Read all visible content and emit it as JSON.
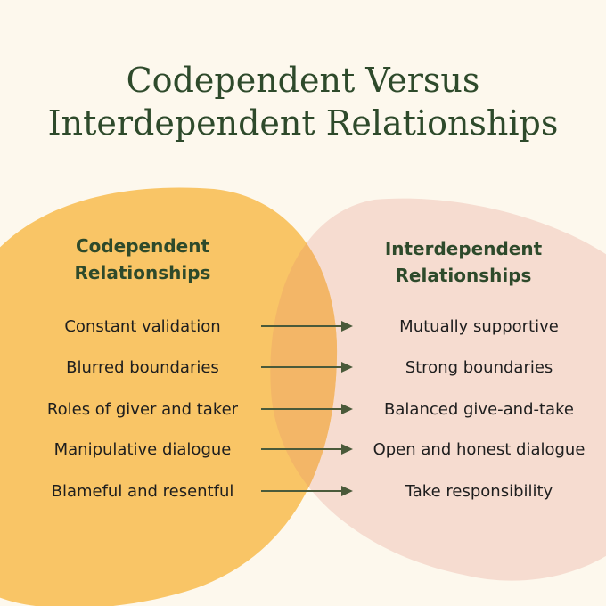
{
  "title": {
    "line1": "Codependent Versus",
    "line2": "Interdependent Relationships"
  },
  "left": {
    "heading_line1": "Codependent",
    "heading_line2": "Relationships",
    "items": [
      "Constant validation",
      "Blurred boundaries",
      "Roles of giver and taker",
      "Manipulative dialogue",
      "Blameful and resentful"
    ]
  },
  "right": {
    "heading_line1": "Interdependent",
    "heading_line2": "Relationships",
    "items": [
      "Mutually supportive",
      "Strong boundaries",
      "Balanced give-and-take",
      "Open and honest dialogue",
      "Take responsibility"
    ]
  },
  "colors": {
    "background": "#fdf8ed",
    "left_circle": "#f9c566",
    "right_circle": "#f6dcd0",
    "overlap": "#f3b667",
    "text_dark_green": "#2e4a2b",
    "arrow": "#4a5a3a"
  }
}
